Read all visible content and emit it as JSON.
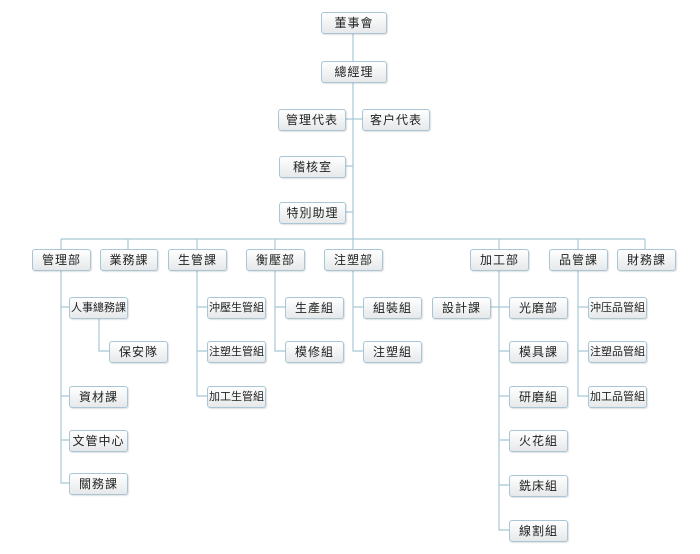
{
  "colors": {
    "line": "#a8c8d8",
    "border": "#a8c6d6"
  },
  "top": {
    "board": "董事會",
    "gm": "總經理",
    "mgmt_rep": "管理代表",
    "cust_rep": "客户代表",
    "audit": "稽核室",
    "assistant": "特別助理"
  },
  "depts": [
    "管理部",
    "業務課",
    "生管課",
    "衡壓部",
    "注塑部",
    "加工部",
    "品管課",
    "財務課"
  ],
  "mgmt": {
    "hr": "人事總務課",
    "security": "保安隊",
    "materials": "資材課",
    "docs": "文管中心",
    "customs": "關務課"
  },
  "prod_ctrl": [
    "沖壓生管組",
    "注塑生管組",
    "加工生管組"
  ],
  "press": [
    "生產組",
    "模修組"
  ],
  "injection": [
    "組裝組",
    "注塑組"
  ],
  "machining": {
    "design": "設計課",
    "units": [
      "光磨部",
      "模具課",
      "研磨組",
      "火花組",
      "銑床組",
      "線割組"
    ]
  },
  "qc": [
    "沖压品管組",
    "注塑品管組",
    "加工品管組"
  ]
}
